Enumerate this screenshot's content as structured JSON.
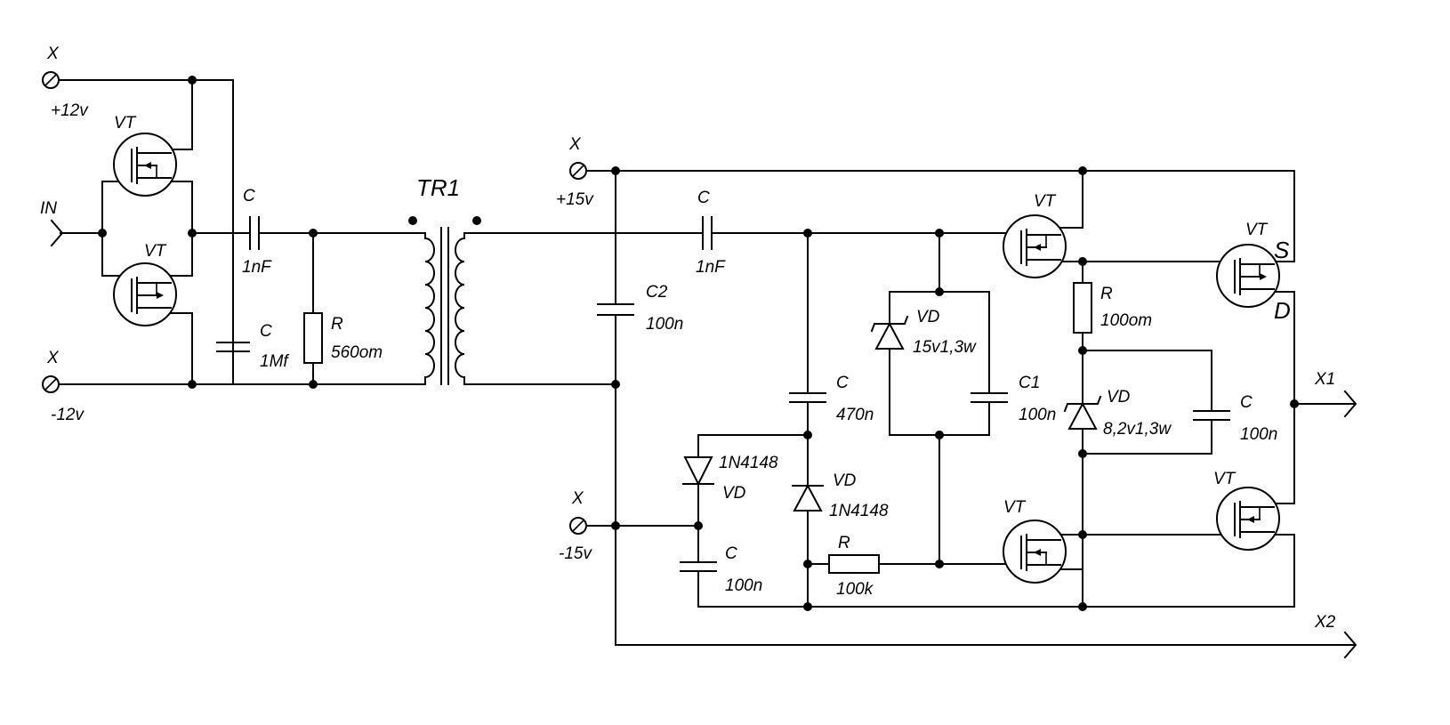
{
  "labels": {
    "x_12p": "X",
    "v_12p": "+12v",
    "x_12n": "X",
    "v_12n": "-12v",
    "in": "IN",
    "vt1": "VT",
    "vt2": "VT",
    "c1_name": "C",
    "c1_val": "1nF",
    "c2_name": "C",
    "c2_val": "1Mf",
    "r1_name": "R",
    "r1_val": "560om",
    "tr1": "TR1",
    "x_15p": "X",
    "v_15p": "+15v",
    "x_15n": "X",
    "v_15n": "-15v",
    "c3_name": "C",
    "c3_val": "1nF",
    "c4_name": "C2",
    "c4_val": "100n",
    "c5_name": "C",
    "c5_val": "470n",
    "vd1_name": "1N4148",
    "vd1_sub": "VD",
    "vd2_name": "VD",
    "vd2_val": "1N4148",
    "c6_name": "C",
    "c6_val": "100n",
    "r2_name": "R",
    "r2_val": "100k",
    "vd3_name": "VD",
    "vd3_val": "15v1,3w",
    "c7_name": "C1",
    "c7_val": "100n",
    "vt3": "VT",
    "vt4": "VT",
    "r3_name": "R",
    "r3_val": "100om",
    "vd4_name": "VD",
    "vd4_val": "8,2v1,3w",
    "c8_name": "C",
    "c8_val": "100n",
    "vt5": "VT",
    "s_pin": "S",
    "d_pin": "D",
    "vt6": "VT",
    "x1": "X1",
    "x2": "X2"
  }
}
